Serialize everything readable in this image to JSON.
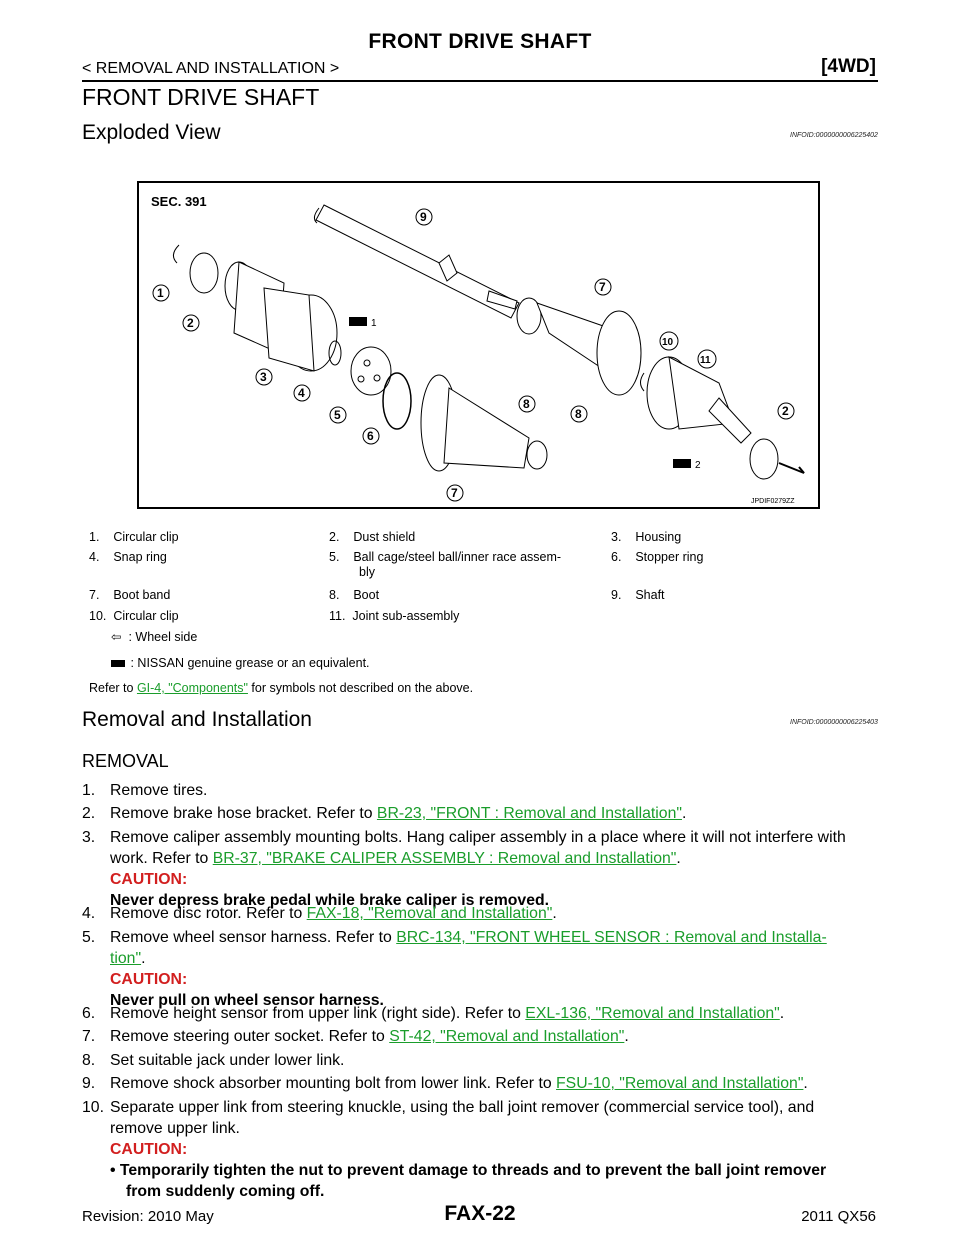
{
  "header": {
    "title": "FRONT DRIVE SHAFT",
    "breadcrumb": "< REMOVAL AND INSTALLATION >",
    "tag": "[4WD]"
  },
  "section_title": "FRONT DRIVE SHAFT",
  "exploded": {
    "heading": "Exploded View",
    "infoid": "INFOID:0000000006225402",
    "figure": {
      "sec_label": "SEC. 391",
      "figure_id": "JPDIF0279ZZ",
      "callouts": [
        "1",
        "2",
        "3",
        "4",
        "5",
        "6",
        "7",
        "7",
        "8",
        "8",
        "9",
        "10",
        "11",
        "2"
      ],
      "grease_marks": [
        "1",
        "2"
      ]
    },
    "legend": [
      [
        "1.",
        "Circular clip",
        "2.",
        "Dust shield",
        "3.",
        "Housing"
      ],
      [
        "4.",
        "Snap ring",
        "5.",
        "Ball cage/steel ball/inner race assem-",
        "6.",
        "Stopper ring"
      ],
      [
        "7.",
        "Boot band",
        "8.",
        "Boot",
        "9.",
        "Shaft"
      ],
      [
        "10.",
        "Circular clip",
        "11.",
        "Joint sub-assembly",
        "",
        ""
      ]
    ],
    "legend_wrap": "bly",
    "wheel_side": ": Wheel side",
    "grease_note": ": NISSAN genuine grease or an equivalent.",
    "refer_prefix": "Refer to ",
    "refer_link": "GI-4, \"Components\"",
    "refer_suffix": " for symbols not described on the above."
  },
  "removal": {
    "heading": "Removal and Installation",
    "infoid": "INFOID:0000000006225403",
    "subheading": "REMOVAL",
    "steps": [
      {
        "num": "1.",
        "text": "Remove tires."
      },
      {
        "num": "2.",
        "text": "Remove brake hose bracket. Refer to ",
        "link": "BR-23, \"FRONT : Removal and Installation\"",
        "after": "."
      },
      {
        "num": "3.",
        "text": "Remove caliper assembly mounting bolts. Hang caliper assembly in a place where it will not interfere with",
        "text2": "work. Refer to ",
        "link": "BR-37, \"BRAKE CALIPER ASSEMBLY : Removal and Installation\"",
        "after": ".",
        "caution": "CAUTION:",
        "caution_text": "Never depress brake pedal while brake caliper is removed."
      },
      {
        "num": "4.",
        "text": "Remove disc rotor. Refer to ",
        "link": "FAX-18, \"Removal and Installation\"",
        "after": "."
      },
      {
        "num": "5.",
        "text": "Remove wheel sensor harness. Refer to ",
        "link": "BRC-134, \"FRONT WHEEL SENSOR : Removal and Installa-",
        "link2": "tion\"",
        "after": ".",
        "caution": "CAUTION:",
        "caution_text": "Never pull on wheel sensor harness."
      },
      {
        "num": "6.",
        "text": "Remove height sensor from upper link (right side). Refer to ",
        "link": "EXL-136, \"Removal and Installation\"",
        "after": "."
      },
      {
        "num": "7.",
        "text": "Remove steering outer socket. Refer to ",
        "link": "ST-42, \"Removal and Installation\"",
        "after": "."
      },
      {
        "num": "8.",
        "text": "Set suitable jack under lower link."
      },
      {
        "num": "9.",
        "text": "Remove shock absorber mounting bolt from lower link. Refer to ",
        "link": "FSU-10, \"Removal and Installation\"",
        "after": "."
      },
      {
        "num": "10.",
        "text": "Separate upper link from steering knuckle, using the ball joint remover (commercial service tool), and",
        "text2": "remove upper link.",
        "caution": "CAUTION:",
        "bullet": "Temporarily tighten the nut to prevent damage to threads and to prevent the ball joint remover",
        "bullet2": "from suddenly coming off."
      }
    ]
  },
  "footer": {
    "revision": "Revision: 2010 May",
    "page": "FAX-22",
    "model": "2011 QX56"
  }
}
